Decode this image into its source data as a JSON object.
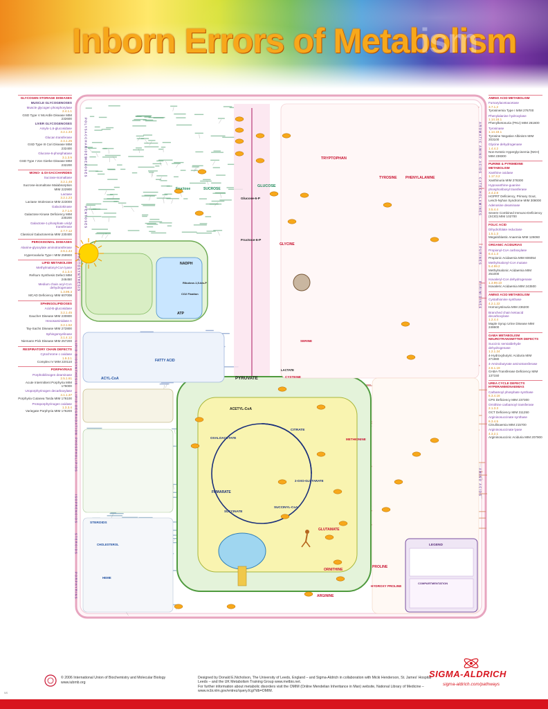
{
  "title": "Inborn Errors of Metabolism",
  "title_ghost": "ism",
  "left_sidebar": [
    {
      "heading": "GLYCOGEN STORAGE DISEASES",
      "subgroups": [
        {
          "sub": "MUSCLE GLYCOGENOSES",
          "items": [
            {
              "enzyme": "Muscle glycogen phosphorylase",
              "ec": "2.4.1.1",
              "disease": "GSD Type V McArdle Disease MIM 232600"
            }
          ]
        },
        {
          "sub": "LIVER GLYCOGENOSES",
          "items": [
            {
              "enzyme": "Amylo-1,6-glucosidase",
              "ec": "3.2.1.33",
              "disease": ""
            },
            {
              "enzyme": "Glucan transferase",
              "ec": "2.4.1.25",
              "disease": "GSD Type III Cori Disease MIM 232400"
            },
            {
              "enzyme": "Glucose-6-phosphatase",
              "ec": "3.1.3.9",
              "disease": "GSD Type I Von Gierke Disease MIM 232200"
            }
          ]
        }
      ]
    },
    {
      "heading": "MONO- & DI-SACCHARIDES",
      "subgroups": [
        {
          "sub": "",
          "items": [
            {
              "enzyme": "Sucrase-isomaltase",
              "ec": "3.2.1.48",
              "disease": "Sucrose-isomaltose Malabsorption MIM 222900"
            },
            {
              "enzyme": "Lactase",
              "ec": "3.2.1.23",
              "disease": "Lactase Intolerance MIM 223000"
            },
            {
              "enzyme": "Galactokinase",
              "ec": "2.7.1.6",
              "disease": "Galactose Kinase Deficiency MIM 230200"
            },
            {
              "enzyme": "Galactose-1-phosphate uridyl transferase",
              "ec": "2.7.7.12",
              "disease": "Classical Galactosemia MIM 230400"
            }
          ]
        }
      ]
    },
    {
      "heading": "PEROXISOMAL DISEASES",
      "subgroups": [
        {
          "sub": "",
          "items": [
            {
              "enzyme": "Alanine-glyoxylate aminotransferase",
              "ec": "2.6.1.44",
              "disease": "Hyperoxaluria Type I MIM 259900"
            }
          ]
        }
      ]
    },
    {
      "heading": "LIPID METABOLISM",
      "subgroups": [
        {
          "sub": "",
          "items": [
            {
              "enzyme": "Methylmalonyl-CoA lyase",
              "ec": "4.1.3.4",
              "disease": "Refsum Synthesis Defect MIM 246450"
            },
            {
              "enzyme": "Medium chain acyl-CoA dehydrogenase",
              "ec": "1.3.99.3",
              "disease": "MCAD Deficiency MIM 607008"
            }
          ]
        }
      ]
    },
    {
      "heading": "SPHINGOLIPIDOSES",
      "subgroups": [
        {
          "sub": "",
          "items": [
            {
              "enzyme": "Acid-B-glucosidase",
              "ec": "3.2.1.45",
              "disease": "Gaucher Disease MIM 230800"
            },
            {
              "enzyme": "Hexosaminidase A",
              "ec": "3.2.1.52",
              "disease": "Tay-Sachs Disease MIM 272800"
            },
            {
              "enzyme": "Sphingomyelinase",
              "ec": "3.1.4.12",
              "disease": "Niemann-Pick Disease MIM 257200"
            }
          ]
        }
      ]
    },
    {
      "heading": "RESPIRATORY CHAIN DEFECTS",
      "subgroups": [
        {
          "sub": "",
          "items": [
            {
              "enzyme": "Cytochrome c oxidase",
              "ec": "1.9.3.1",
              "disease": "Complex IV MIM 220110"
            }
          ]
        }
      ]
    },
    {
      "heading": "PORPHYRIAS",
      "subgroups": [
        {
          "sub": "",
          "items": [
            {
              "enzyme": "Porphobilinogen deaminase",
              "ec": "2.5.1.61",
              "disease": "Acute Intermittent Porphyria MIM 176000"
            },
            {
              "enzyme": "Uroporphyrinogen decarboxylase",
              "ec": "4.1.1.37",
              "disease": "Porphyria Cutanea Tarda MIM 176100"
            },
            {
              "enzyme": "Protoporphyrinogen oxidase",
              "ec": "1.3.3.4",
              "disease": "Variegate Porphyria MIM 176200"
            }
          ]
        }
      ]
    }
  ],
  "right_sidebar": [
    {
      "heading": "AMINO ACID METABOLISM",
      "subgroups": [
        {
          "sub": "",
          "items": [
            {
              "enzyme": "Fumarylacetoacetase",
              "ec": "3.7.1.2",
              "disease": "Tyrosinemia Type I MIM 276700"
            },
            {
              "enzyme": "Phenylalanine hydroxylase",
              "ec": "1.14.16.1",
              "disease": "Phenylketonuria (PKU) MIM 261600"
            },
            {
              "enzyme": "Tyrosinase",
              "ec": "1.14.18.1",
              "disease": "Tyrosine Negative Albinism MIM 203100"
            },
            {
              "enzyme": "Glycine dehydrogenase",
              "ec": "1.4.4.2",
              "disease": "Non-Ketotic Hyperglycinemia (NKH) MIM 238300"
            }
          ]
        }
      ]
    },
    {
      "heading": "PURINE & PYRIMIDINE METABOLISM",
      "subgroups": [
        {
          "sub": "",
          "items": [
            {
              "enzyme": "Xanthine oxidase",
              "ec": "1.17.3.2",
              "disease": "Xanthinuria MIM 278300"
            },
            {
              "enzyme": "Hypoxanthine-guanine phosphoribosyl transferase",
              "ec": "2.4.2.8",
              "disease": "HGPRT Deficiency, Primary Gout, Lesch-Nyhan Syndrome MIM 308000"
            },
            {
              "enzyme": "Adenosine deaminase",
              "ec": "3.5.4.4",
              "disease": "Severe Combined Immuno-Deficiency (SCID) MIM 102700"
            }
          ]
        }
      ]
    },
    {
      "heading": "FOLIC ACID",
      "subgroups": [
        {
          "sub": "",
          "items": [
            {
              "enzyme": "Dihydrofolate reductase",
              "ec": "1.5.1.3",
              "disease": "Megaloblastic Anaemia MIM 126060"
            }
          ]
        }
      ]
    },
    {
      "heading": "ORGANIC ACIDURIAS",
      "subgroups": [
        {
          "sub": "",
          "items": [
            {
              "enzyme": "Propionyl-CoA carboxylase",
              "ec": "6.4.1.3",
              "disease": "Propionic Acidaemia MIM 606054"
            },
            {
              "enzyme": "Methylmalonyl-CoA mutase",
              "ec": "5.4.99.2",
              "disease": "Methylmalonic Acidaemia MIM 251000"
            },
            {
              "enzyme": "Isovaleryl-CoA dehydrogenase",
              "ec": "1.3.99.10",
              "disease": "Isovaleric Acidaemia MIM 243500"
            }
          ]
        }
      ]
    },
    {
      "heading": "AMINO ACID METABOLISM",
      "subgroups": [
        {
          "sub": "",
          "items": [
            {
              "enzyme": "Cystathionine synthase",
              "ec": "4.2.1.22",
              "disease": "Homocystinuria MIM 236200"
            },
            {
              "enzyme": "Branched chain ketoacid decarboxylase",
              "ec": "1.2.4.4",
              "disease": "Maple Syrup Urine Disease MIM 248600"
            }
          ]
        }
      ]
    },
    {
      "heading": "GABA METABOLISM NEUROTRANSMITTER DEFECTS",
      "subgroups": [
        {
          "sub": "",
          "items": [
            {
              "enzyme": "Succinic semialdehyde dehydrogenase",
              "ec": "1.2.1.24",
              "disease": "4-Hydroxybutyric Aciduria MIM 271980"
            },
            {
              "enzyme": "4-Aminobutyrate aminotransferase",
              "ec": "2.6.1.19",
              "disease": "GABA-Transferase Deficiency MIM 137150"
            }
          ]
        }
      ]
    },
    {
      "heading": "UREA CYCLE DEFECTS HYPERAMMONAEMIAS",
      "subgroups": [
        {
          "sub": "",
          "items": [
            {
              "enzyme": "Carbamoyl phosphate synthase",
              "ec": "6.3.4.16",
              "disease": "CPS Deficiency MIM 237300"
            },
            {
              "enzyme": "Ornithine carbamoyl transferase",
              "ec": "2.1.3.3",
              "disease": "OCT Deficiency MIM 311250"
            },
            {
              "enzyme": "Argininosuccinate synthase",
              "ec": "6.3.4.5",
              "disease": "Citrullinaemia MIM 215700"
            },
            {
              "enzyme": "Argininosuccinate lyase",
              "ec": "4.3.2.1",
              "disease": "Argininosuccinic Aciduria MIM 207900"
            }
          ]
        }
      ]
    }
  ],
  "map_labels": {
    "glucose": "GLUCOSE",
    "glucose6p": "Glucose-6-P",
    "fructose6p": "Fructose-6-P",
    "sucrose": "SUCROSE",
    "fructose": "Fructose",
    "pyruvate": "PYRUVATE",
    "lactate": "LACTATE",
    "acetylcoa": "ACETYL-CoA",
    "citrate": "CITRATE",
    "oxaloacetate": "OXALOACETATE",
    "fumarate": "FUMARATE",
    "succinate": "SUCCINATE",
    "succinylcoa": "SUCCINYL-CoA",
    "oxoglutarate": "2-OXO-GLUTARATE",
    "glutamate": "GLUTAMATE",
    "ornithine": "ORNITHINE",
    "arginine": "ARGININE",
    "proline": "PROLINE",
    "hydroxyproline": "HYDROXY PROLINE",
    "tryptophan": "TRYPTOPHAN",
    "tyrosine": "TYROSINE",
    "phenylalanine": "PHENYLALANINE",
    "glycine": "GLYCINE",
    "serine": "SERINE",
    "cysteine": "CYSTEINE",
    "methionine": "METHIONINE",
    "fattyacid": "FATTY ACID",
    "acylcoa": "ACYL-CoA",
    "nadph": "NADPH",
    "atp": "ATP",
    "ribulose": "Ribulose-1,5-bis-P",
    "co2": "CO2 Fixation",
    "steroids": "STEROIDS",
    "cholesterol": "CHOLESTEROL",
    "heme": "HEME",
    "legend": "LEGEND",
    "compartment": "COMPARTMENTATION",
    "side_left_1": "POLYSACCHARIDES",
    "side_left_2": "HEXOSES",
    "side_left_3": "PENTOSES",
    "side_left_4": "PHOTOSYNTHESIS",
    "side_left_5": "LIPID BIOSYNTHESIS",
    "side_left_6": "LIPID DEGRADATION",
    "side_left_7": "PHOSPHOLIPIDS",
    "side_left_8": "ISOPRENOIDS",
    "side_left_9": "STEROIDS",
    "side_left_10": "PORPHYRINS",
    "side_right_1": "AROMATIC AMINO ACIDS",
    "side_right_2": "CATECHOLAMINES",
    "side_right_3": "PURINES",
    "side_right_4": "PYRIMIDINES",
    "side_right_5": "AMINO ACIDS"
  },
  "footer": {
    "copyright": "© 2006 International Union of Biochemistry and Molecular Biology",
    "iubmb_url": "www.iubmb.org",
    "design_line1": "Designed by Donald E.Nicholson, The University of Leeds, England – and Sigma-Aldrich in collaboration with Micki Henderson, St. James' Hospital Leeds – and the UK Metabolism Training Group www.metbio.net.",
    "design_line2": "For further information about metabolic disorders visit the OMIM (Online Mendelian Inheritance in Man) website, National Library of Medicine – www.ncbi.nlm.gov/entrez/query.fcgi?db=OMIM.",
    "brand": "SIGMA-ALDRICH",
    "brand_url": "sigma-aldrich.com/pathways",
    "code": "MS"
  },
  "colors": {
    "accent_red": "#d8141e",
    "title_orange": "#f7a81b",
    "carb_green": "#1f8a5a",
    "amino_red": "#c8102e",
    "lipid_blue": "#1f4fa0",
    "tca_yellow": "#f7f0a0"
  }
}
